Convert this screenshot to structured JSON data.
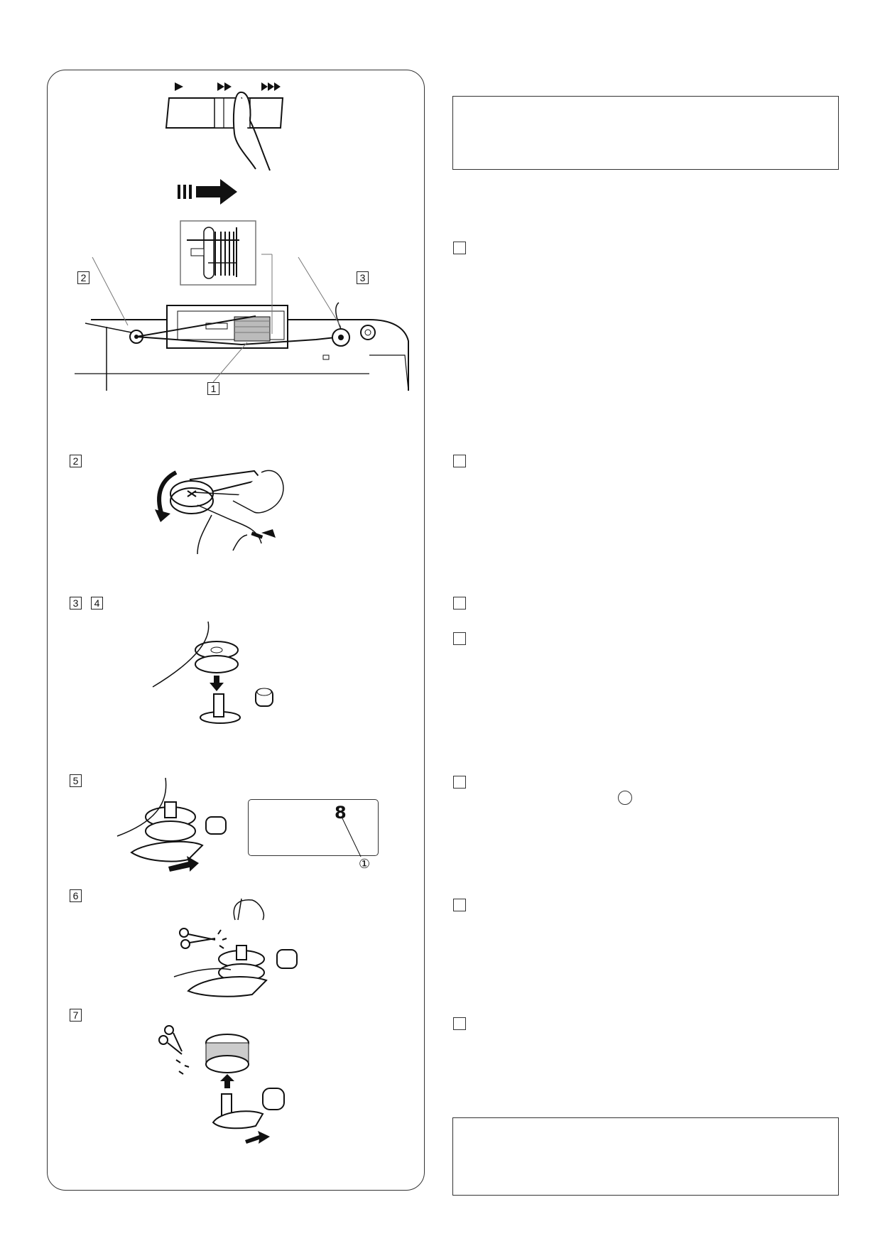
{
  "fig_labels": {
    "thread_guide": "1",
    "bobbin_winder_guide": "2",
    "bobbin_spindle": "3"
  },
  "step_labels": {
    "step2": "2",
    "step3": "3",
    "step4": "4",
    "step5": "5",
    "step6": "6",
    "step7": "7"
  },
  "lcd": {
    "display_digit": "8",
    "callout_number": "①"
  },
  "icons": [
    "speed-slow-icon",
    "speed-medium-icon",
    "speed-fast-icon",
    "slide-right-arrow-icon",
    "scissors-icon",
    "push-arrow-icon"
  ]
}
